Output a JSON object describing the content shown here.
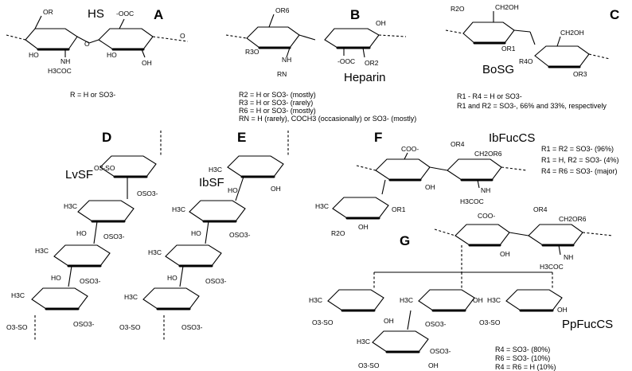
{
  "panels": {
    "A": {
      "letter": "A",
      "name": "HS",
      "caption_lines": [
        "R = H or SO3-"
      ],
      "atoms": [
        "OR",
        "NH",
        "H3COC",
        "HO",
        "-OOC",
        "HO",
        "OH",
        "O",
        "O"
      ]
    },
    "B": {
      "letter": "B",
      "name": "Heparin",
      "caption_lines": [
        "R2 = H or SO3- (mostly)",
        "R3 = H or SO3- (rarely)",
        "R6 = H or SO3- (mostly)",
        "RN = H (rarely), COCH3 (occasionally) or SO3- (mostly)"
      ],
      "atoms": [
        "OR6",
        "NH",
        "RN",
        "R3O",
        "-OOC",
        "OR2",
        "OH"
      ]
    },
    "C": {
      "letter": "C",
      "name": "BoSG",
      "caption_lines": [
        "R1 - R4 = H or SO3-",
        "R1 and R2 = SO3-, 66% and 33%, respectively"
      ],
      "atoms": [
        "R2O",
        "CH2OH",
        "OR1",
        "CH2OH",
        "R4O",
        "OR3"
      ]
    },
    "D": {
      "letter": "D",
      "name": "LvSF",
      "atoms": [
        "O3-SO",
        "OSO3-",
        "H3C",
        "HO",
        "OSO3-",
        "H3C",
        "HO",
        "OSO3-",
        "H3C",
        "OSO3-",
        "O3-SO"
      ]
    },
    "E": {
      "letter": "E",
      "name": "IbSF",
      "atoms": [
        "H3C",
        "HO",
        "OH",
        "H3C",
        "HO",
        "OSO3-",
        "H3C",
        "HO",
        "OSO3-",
        "H3C",
        "OSO3-",
        "O3-SO"
      ]
    },
    "F": {
      "letter": "F",
      "name": "IbFucCS",
      "caption_lines": [
        "R1 = R2 = SO3-   (96%)",
        "R1 = H, R2 = SO3-   (4%)",
        "R4 = R6 = SO3-   (major)"
      ],
      "atoms": [
        "COO-",
        "OR4",
        "CH2OR6",
        "OH",
        "NH",
        "H3COC",
        "H3C",
        "R2O",
        "OH",
        "OR1"
      ]
    },
    "G": {
      "letter": "G",
      "name": "PpFucCS",
      "caption_lines": [
        "R4 = SO3-  (80%)",
        "R6 = SO3-  (10%)",
        "R4 = R6 = H (10%)"
      ],
      "atoms": [
        "COO-",
        "OR4",
        "CH2OR6",
        "OH",
        "NH",
        "H3COC",
        "H3C",
        "O3-SO",
        "OH",
        "H3C",
        "OH",
        "OSO3-",
        "H3C",
        "O3-SO",
        "OH",
        "H3C",
        "O3-SO",
        "OH",
        "OSO3-"
      ]
    }
  }
}
